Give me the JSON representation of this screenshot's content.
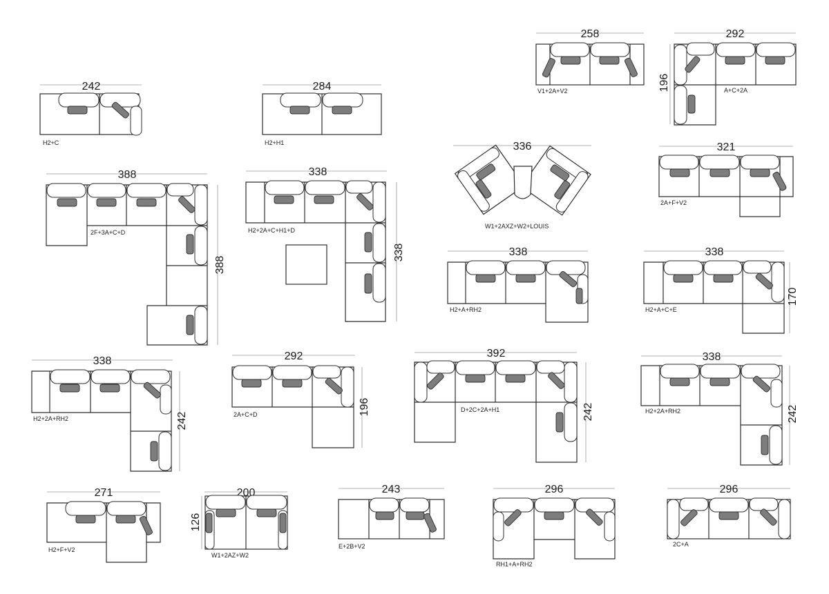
{
  "colors": {
    "line": "#2b2b2b",
    "pillow": "#7d7d7d",
    "dimension_line": "#9a9a9a",
    "background": "#ffffff"
  },
  "configs": [
    {
      "id": "c1",
      "width": "242",
      "code": "H2+C"
    },
    {
      "id": "c2",
      "width": "284",
      "code": "H2+H1"
    },
    {
      "id": "c3",
      "width": "258",
      "code": "V1+2A+V2"
    },
    {
      "id": "c4",
      "width": "292",
      "depth": "196",
      "code": "A+C+2A"
    },
    {
      "id": "c5",
      "width": "388",
      "depth": "388",
      "code": "2F+3A+C+D"
    },
    {
      "id": "c6",
      "width": "338",
      "depth": "338",
      "code": "H2+2A+C+H1+D"
    },
    {
      "id": "c7",
      "width": "336",
      "code": "W1+2AXZ+W2+LOUIS"
    },
    {
      "id": "c8",
      "width": "321",
      "code": "2A+F+V2"
    },
    {
      "id": "c9",
      "width": "338",
      "code": "H2+A+RH2"
    },
    {
      "id": "c10",
      "width": "338",
      "depth": "170",
      "code": "H2+A+C+E"
    },
    {
      "id": "c11",
      "width": "338",
      "depth": "242",
      "code": "H2+2A+RH2"
    },
    {
      "id": "c12",
      "width": "292",
      "depth": "196",
      "code": "2A+C+D"
    },
    {
      "id": "c13",
      "width": "392",
      "depth": "242",
      "code": "D+2C+2A+H1"
    },
    {
      "id": "c14",
      "width": "338",
      "depth": "242",
      "code": "H2+2A+RH2"
    },
    {
      "id": "c15",
      "width": "271",
      "code": "H2+F+V2"
    },
    {
      "id": "c16",
      "width": "200",
      "depth": "126",
      "code": "W1+2AZ+W2"
    },
    {
      "id": "c17",
      "width": "243",
      "code": "E+2B+V2"
    },
    {
      "id": "c18",
      "width": "296",
      "code": "RH1+A+RH2"
    },
    {
      "id": "c19",
      "width": "296",
      "code": "2C+A"
    }
  ]
}
